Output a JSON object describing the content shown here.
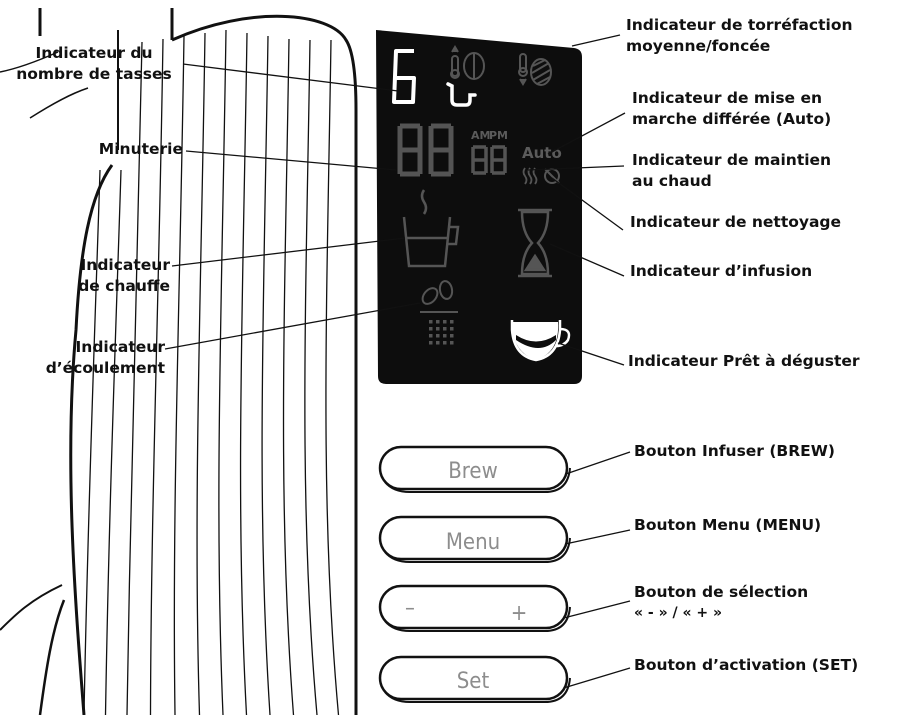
{
  "labels": {
    "cups": [
      "Indicateur du",
      "nombre de tasses"
    ],
    "timer": [
      "Minuterie"
    ],
    "heating": [
      "Indicateur",
      "de chauffe"
    ],
    "flow": [
      "Indicateur",
      "d’écoulement"
    ],
    "roast": [
      "Indicateur de torréfaction",
      "moyenne/foncée"
    ],
    "delayed": [
      "Indicateur de mise en",
      "marche différée (Auto)"
    ],
    "keepwarm": [
      "Indicateur de maintien",
      "au chaud"
    ],
    "cleaning": [
      "Indicateur de nettoyage"
    ],
    "brewing": [
      "Indicateur d’infusion"
    ],
    "ready": [
      "Indicateur Prêt à déguster"
    ],
    "brew_button": [
      "Bouton Infuser (BREW)"
    ],
    "menu_button": [
      "Bouton Menu (MENU)"
    ],
    "select_button": [
      "Bouton de sélection",
      "« - » / « + »"
    ],
    "set_button": [
      "Bouton d’activation (SET)"
    ]
  },
  "display": {
    "cup_digit": "6",
    "timer_digits": "88:88",
    "am": "AM",
    "pm": "PM",
    "auto": "Auto"
  },
  "buttons": {
    "brew": "Brew",
    "menu": "Menu",
    "minus": "–",
    "plus": "+",
    "set": "Set"
  },
  "colors": {
    "panel": "#0d0d0d",
    "lit_segment": "#ffffff",
    "dim_segment": "#5b5b5b",
    "button_text": "#8d8d8d"
  }
}
